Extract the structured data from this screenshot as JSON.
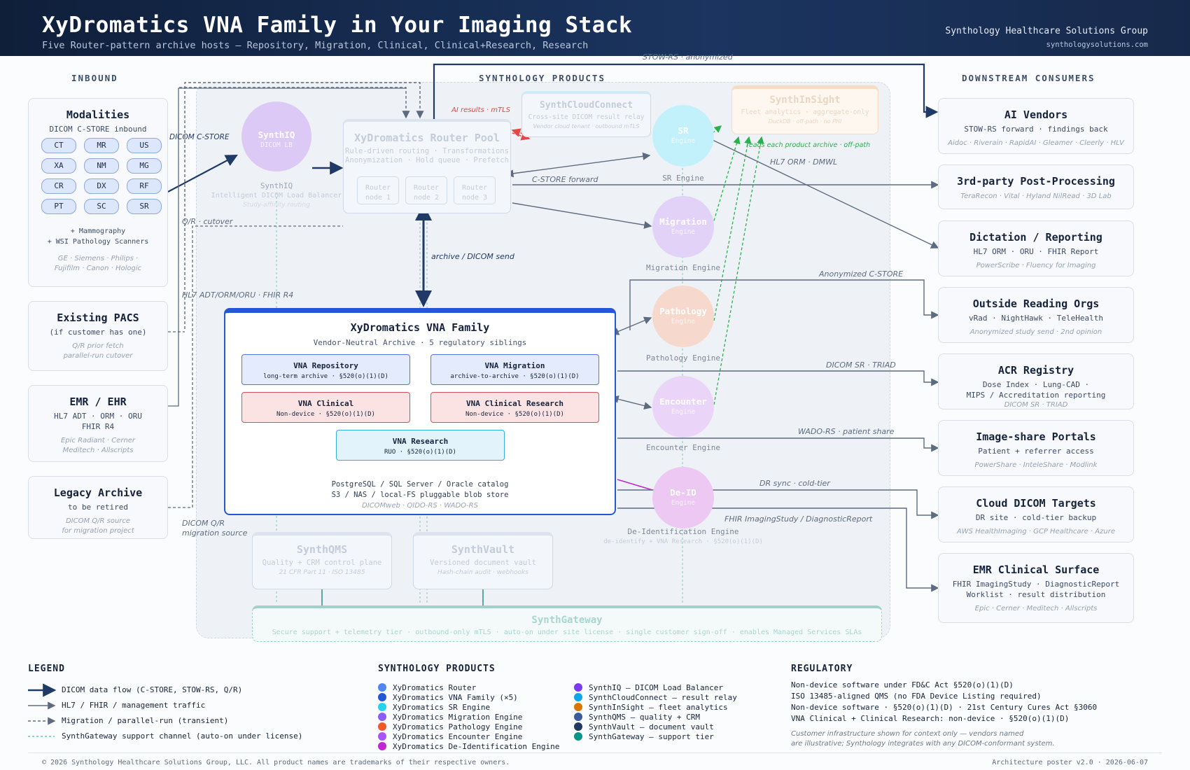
{
  "header": {
    "title": "XyDromatics VNA Family in Your Imaging Stack",
    "subtitle": "Five Router-pattern archive hosts — Repository, Migration, Clinical, Clinical+Research, Research",
    "org": "Synthology Healthcare Solutions Group",
    "url": "synthologysolutions.com"
  },
  "columns": {
    "inbound": "INBOUND",
    "products": "SYNTHOLOGY PRODUCTS",
    "downstream": "DOWNSTREAM CONSUMERS"
  },
  "inbound": {
    "modalities": {
      "title": "Modalities",
      "subtitle": "DICOM C-STORE inbound",
      "chips": [
        "CT",
        "MR",
        "US",
        "XA",
        "NM",
        "MG",
        "CR",
        "DX",
        "RF",
        "PT",
        "SC",
        "SR"
      ],
      "extra1": "+ Mammography",
      "extra2": "+ WSI Pathology Scanners",
      "vendors1": "GE · Siemens · Philips ·",
      "vendors2": "Fujifilm · Canon · Hologic"
    },
    "pacs": {
      "title": "Existing PACS",
      "subtitle": "(if customer has one)",
      "note1": "Q/R prior fetch",
      "note2": "parallel-run cutover"
    },
    "emr": {
      "title": "EMR / EHR",
      "subtitle1": "HL7 ADT · ORM · ORU",
      "subtitle2": "FHIR R4",
      "vendors1": "Epic Radiant · Cerner",
      "vendors2": "Meditech · Allscripts"
    },
    "legacy": {
      "title": "Legacy Archive",
      "subtitle": "to be retired",
      "note1": "DICOM Q/R source",
      "note2": "for migration project"
    }
  },
  "products": {
    "synthiq": {
      "name": "SynthIQ",
      "tag": "DICOM LB",
      "label": "SynthIQ",
      "desc": "Intelligent DICOM Load Balancer",
      "desc2": "Study-affinity routing"
    },
    "router": {
      "title": "XyDromatics Router Pool",
      "line1": "Rule-driven routing · Transformations",
      "line2": "Anonymization · Hold queue · Prefetch",
      "nodes": [
        {
          "name": "Router",
          "id": "node 1"
        },
        {
          "name": "Router",
          "id": "node 2"
        },
        {
          "name": "Router",
          "id": "node 3"
        }
      ]
    },
    "cloudconnect": {
      "title": "SynthCloudConnect",
      "line1": "Cross-site DICOM result relay",
      "line2": "Vendor cloud tenant · outbound mTLS"
    },
    "insight": {
      "title": "SynthInSight",
      "line1": "Fleet analytics · aggregate-only",
      "line2": "DuckDB · off-path · no PHI"
    },
    "qms": {
      "title": "SynthQMS",
      "line1": "Quality + CRM control plane",
      "line2": "21 CFR Part 11 · ISO 13485"
    },
    "vault": {
      "title": "SynthVault",
      "line1": "Versioned document vault",
      "line2": "Hash-chain audit · webhooks"
    },
    "gateway": {
      "title": "SynthGateway",
      "line1": "Secure support + telemetry tier · outbound-only mTLS · auto-on under site license · single customer sign-off · enables Managed Services SLAs"
    },
    "engines": [
      {
        "name": "SR",
        "tag": "Engine",
        "label": "SR Engine",
        "color": "#22d3ee"
      },
      {
        "name": "Migration",
        "tag": "Engine",
        "label": "Migration Engine",
        "color": "#8b5cf6"
      },
      {
        "name": "Pathology",
        "tag": "Engine",
        "label": "Pathology Engine",
        "color": "#f97316"
      },
      {
        "name": "Encounter",
        "tag": "Engine",
        "label": "Encounter Engine",
        "color": "#a855f7"
      },
      {
        "name": "De-ID",
        "tag": "Engine",
        "label": "De-Identification Engine",
        "label2": "de-identify + VNA Research · §520(o)(1)(D)",
        "color": "#c026d3"
      }
    ]
  },
  "vna": {
    "title": "XyDromatics VNA Family",
    "subtitle": "Vendor-Neutral Archive · 5 regulatory siblings",
    "siblings": [
      {
        "name": "VNA Repository",
        "desc": "long-term archive · §520(o)(1)(D)"
      },
      {
        "name": "VNA Migration",
        "desc": "archive-to-archive · §520(o)(1)(D)"
      },
      {
        "name": "VNA Clinical",
        "desc": "Non-device · §520(o)(1)(D)"
      },
      {
        "name": "VNA Clinical Research",
        "desc": "Non-device · §520(o)(1)(D)"
      },
      {
        "name": "VNA Research",
        "desc": "RUO · §520(o)(1)(D)"
      }
    ],
    "catalog1": "PostgreSQL / SQL Server / Oracle catalog",
    "catalog2": "S3 / NAS / local-FS pluggable blob store",
    "apis": "DICOMweb · QIDO-RS · WADO-RS"
  },
  "edges": {
    "stow_rs": "STOW-RS · anonymized",
    "ai_results": "AI results · mTLS",
    "dicom_cstore": "DICOM C-STORE",
    "cstore_forward": "C-STORE forward",
    "hl7_orm": "HL7 ORM · DMWL",
    "reads_product": "reads each product archive · off-path",
    "qr_cutover": "Q/R · cutover",
    "archive_send": "archive / DICOM send",
    "hl7_adt": "HL7 ADT/ORM/ORU · FHIR R4",
    "anon_cstore": "Anonymized C-STORE",
    "dicom_sr": "DICOM SR · TRIAD",
    "wado_rs": "WADO-RS · patient share",
    "dr_sync": "DR sync · cold-tier",
    "fhir_imaging": "FHIR ImagingStudy / DiagnosticReport",
    "dicom_qr1": "DICOM Q/R",
    "dicom_qr2": "migration source"
  },
  "downstream": [
    {
      "title": "AI Vendors",
      "subtitle": "STOW-RS forward · findings back",
      "vendors": "Aidoc · Riverain · RapidAI · Gleamer · Cleerly · HLV"
    },
    {
      "title": "3rd-party Post-Processing",
      "vendors": "TeraRecon · Vital · Hyland NilRead · 3D Lab"
    },
    {
      "title": "Dictation / Reporting",
      "subtitle": "HL7 ORM · ORU · FHIR Report",
      "vendors": "PowerScribe · Fluency for Imaging"
    },
    {
      "title": "Outside Reading Orgs",
      "subtitle": "vRad · NightHawk · TeleHealth",
      "vendors": "Anonymized study send · 2nd opinion"
    },
    {
      "title": "ACR Registry",
      "subtitle": "Dose Index · Lung-CAD ·",
      "subtitle2": "MIPS / Accreditation reporting",
      "vendors": "DICOM SR · TRIAD"
    },
    {
      "title": "Image-share Portals",
      "subtitle": "Patient + referrer access",
      "vendors": "PowerShare · InteleShare · Modlink"
    },
    {
      "title": "Cloud DICOM Targets",
      "subtitle": "DR site · cold-tier backup",
      "vendors": "AWS HealthImaging · GCP Healthcare · Azure"
    },
    {
      "title": "EMR Clinical Surface",
      "subtitle": "FHIR ImagingStudy · DiagnosticReport",
      "subtitle2": "Worklist · result distribution",
      "vendors": "Epic · Cerner · Meditech · Allscripts"
    }
  ],
  "legend": {
    "title": "LEGEND",
    "items": [
      "DICOM data flow (C-STORE, STOW-RS, Q/R)",
      "HL7 / FHIR / management traffic",
      "Migration / parallel-run (transient)",
      "SynthGateway support channel (auto-on under license)"
    ]
  },
  "product_legend": {
    "title": "SYNTHOLOGY PRODUCTS",
    "col1": [
      {
        "label": "XyDromatics Router",
        "color": "#4f86f0"
      },
      {
        "label": "XyDromatics VNA Family (×5)",
        "color": "#2457d6"
      },
      {
        "label": "XyDromatics SR Engine",
        "color": "#22d3ee"
      },
      {
        "label": "XyDromatics Migration Engine",
        "color": "#8b5cf6"
      },
      {
        "label": "XyDromatics Pathology Engine",
        "color": "#f05a28"
      },
      {
        "label": "XyDromatics Encounter Engine",
        "color": "#a855f7"
      },
      {
        "label": "XyDromatics De-Identification Engine",
        "color": "#c026d3"
      }
    ],
    "col2": [
      {
        "label": "SynthIQ — DICOM Load Balancer",
        "color": "#7c3aed"
      },
      {
        "label": "SynthCloudConnect — result relay",
        "color": "#0ea5e9"
      },
      {
        "label": "SynthInSight — fleet analytics",
        "color": "#d97706"
      },
      {
        "label": "SynthQMS — quality + CRM",
        "color": "#3b5b9a"
      },
      {
        "label": "SynthVault — document vault",
        "color": "#1e3a5f"
      },
      {
        "label": "SynthGateway — support tier",
        "color": "#0d9488"
      }
    ]
  },
  "regulatory": {
    "title": "REGULATORY",
    "lines": [
      "Non-device software under FD&C Act §520(o)(1)(D)",
      "ISO 13485-aligned QMS (no FDA Device Listing required)",
      "Non-device software · §520(o)(1)(D) · 21st Century Cures Act §3060",
      "VNA Clinical + Clinical Research: non-device · §520(o)(1)(D)"
    ],
    "note1": "Customer infrastructure shown for context only — vendors named",
    "note2": "are illustrative; Synthology integrates with any DICOM-conformant system."
  },
  "footer": {
    "copyright": "© 2026 Synthology Healthcare Solutions Group, LLC. All product names are trademarks of their respective owners.",
    "version": "Architecture poster v2.0 · 2026-06-07"
  }
}
